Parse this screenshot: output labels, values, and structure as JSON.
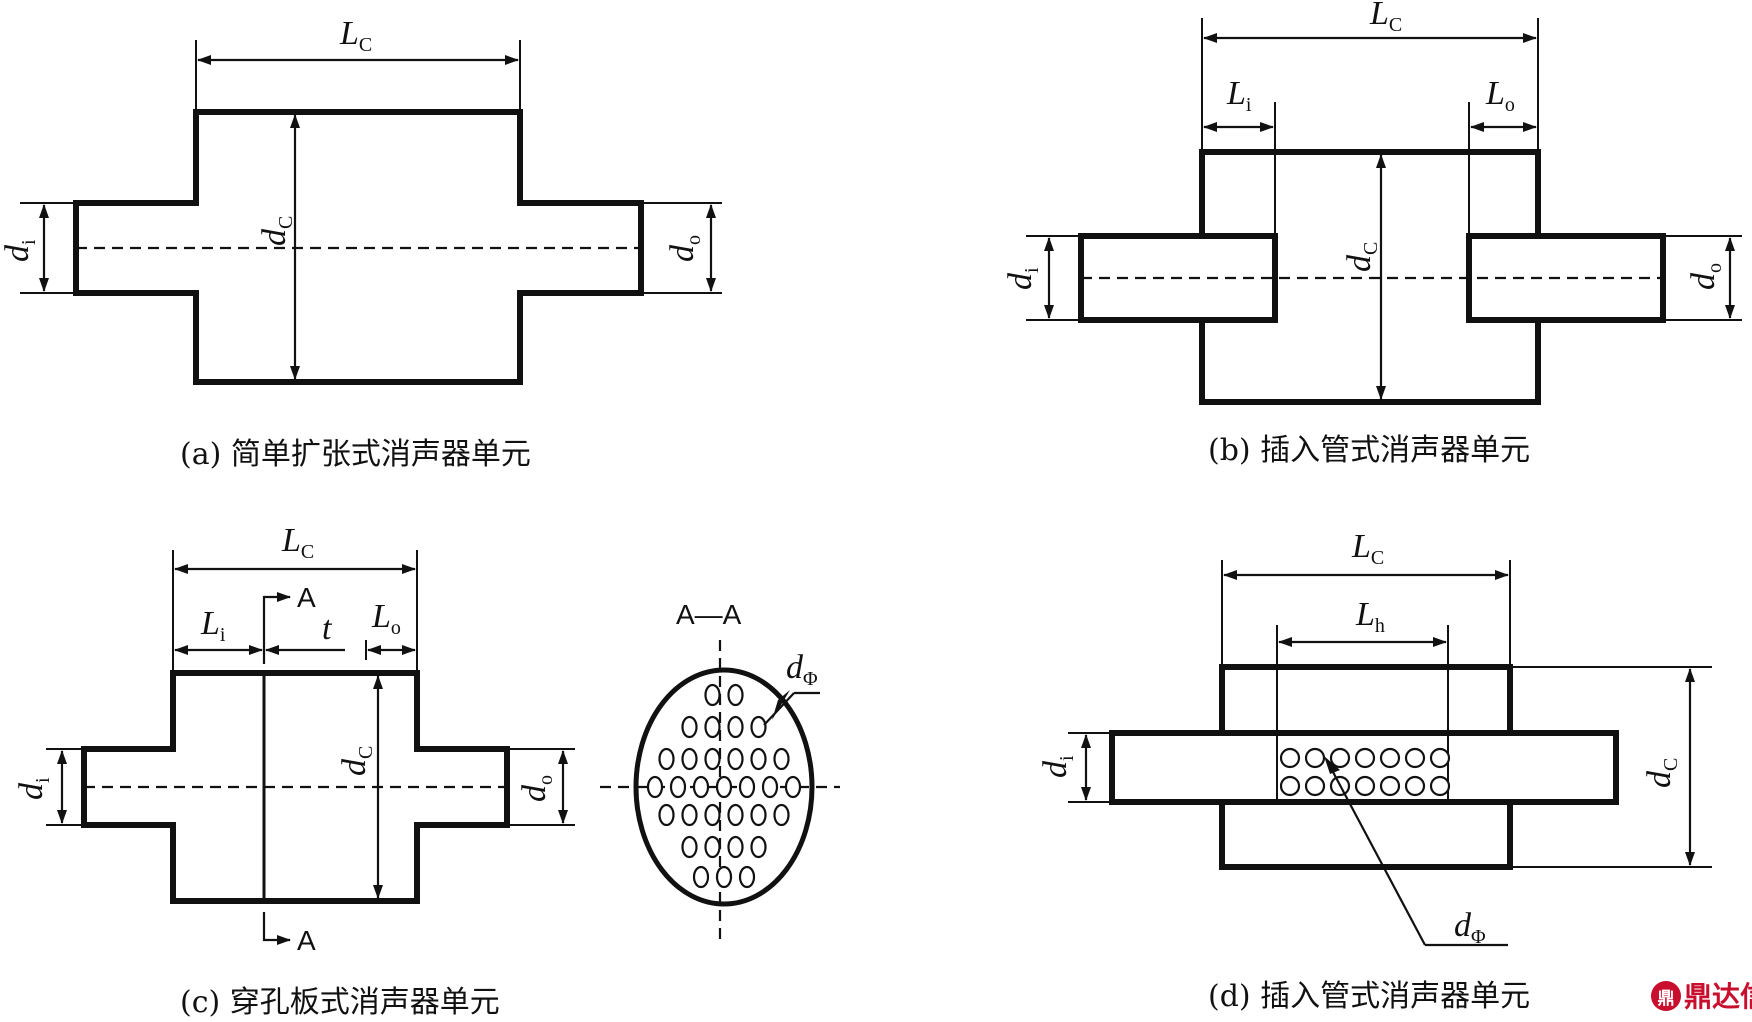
{
  "labels": {
    "lc": "L",
    "lc_sub": "C",
    "li": "L",
    "li_sub": "i",
    "lo": "L",
    "lo_sub": "o",
    "lh": "L",
    "lh_sub": "h",
    "di": "d",
    "di_sub": "i",
    "do": "d",
    "do_sub": "o",
    "dc": "d",
    "dc_sub": "C",
    "dphi": "d",
    "dphi_sub": "Φ",
    "t": "t",
    "section_mark": "A",
    "section_title": "A—A"
  },
  "captions": {
    "a": "(a) 简单扩张式消声器单元",
    "b": "(b) 插入管式消声器单元",
    "c": "(c) 穿孔板式消声器单元",
    "d": "(d) 插入管式消声器单元"
  },
  "watermark": {
    "logo_glyph": "鼎",
    "text": "鼎达信"
  },
  "colors": {
    "line": "#111111",
    "watermark": "#c8102e"
  }
}
